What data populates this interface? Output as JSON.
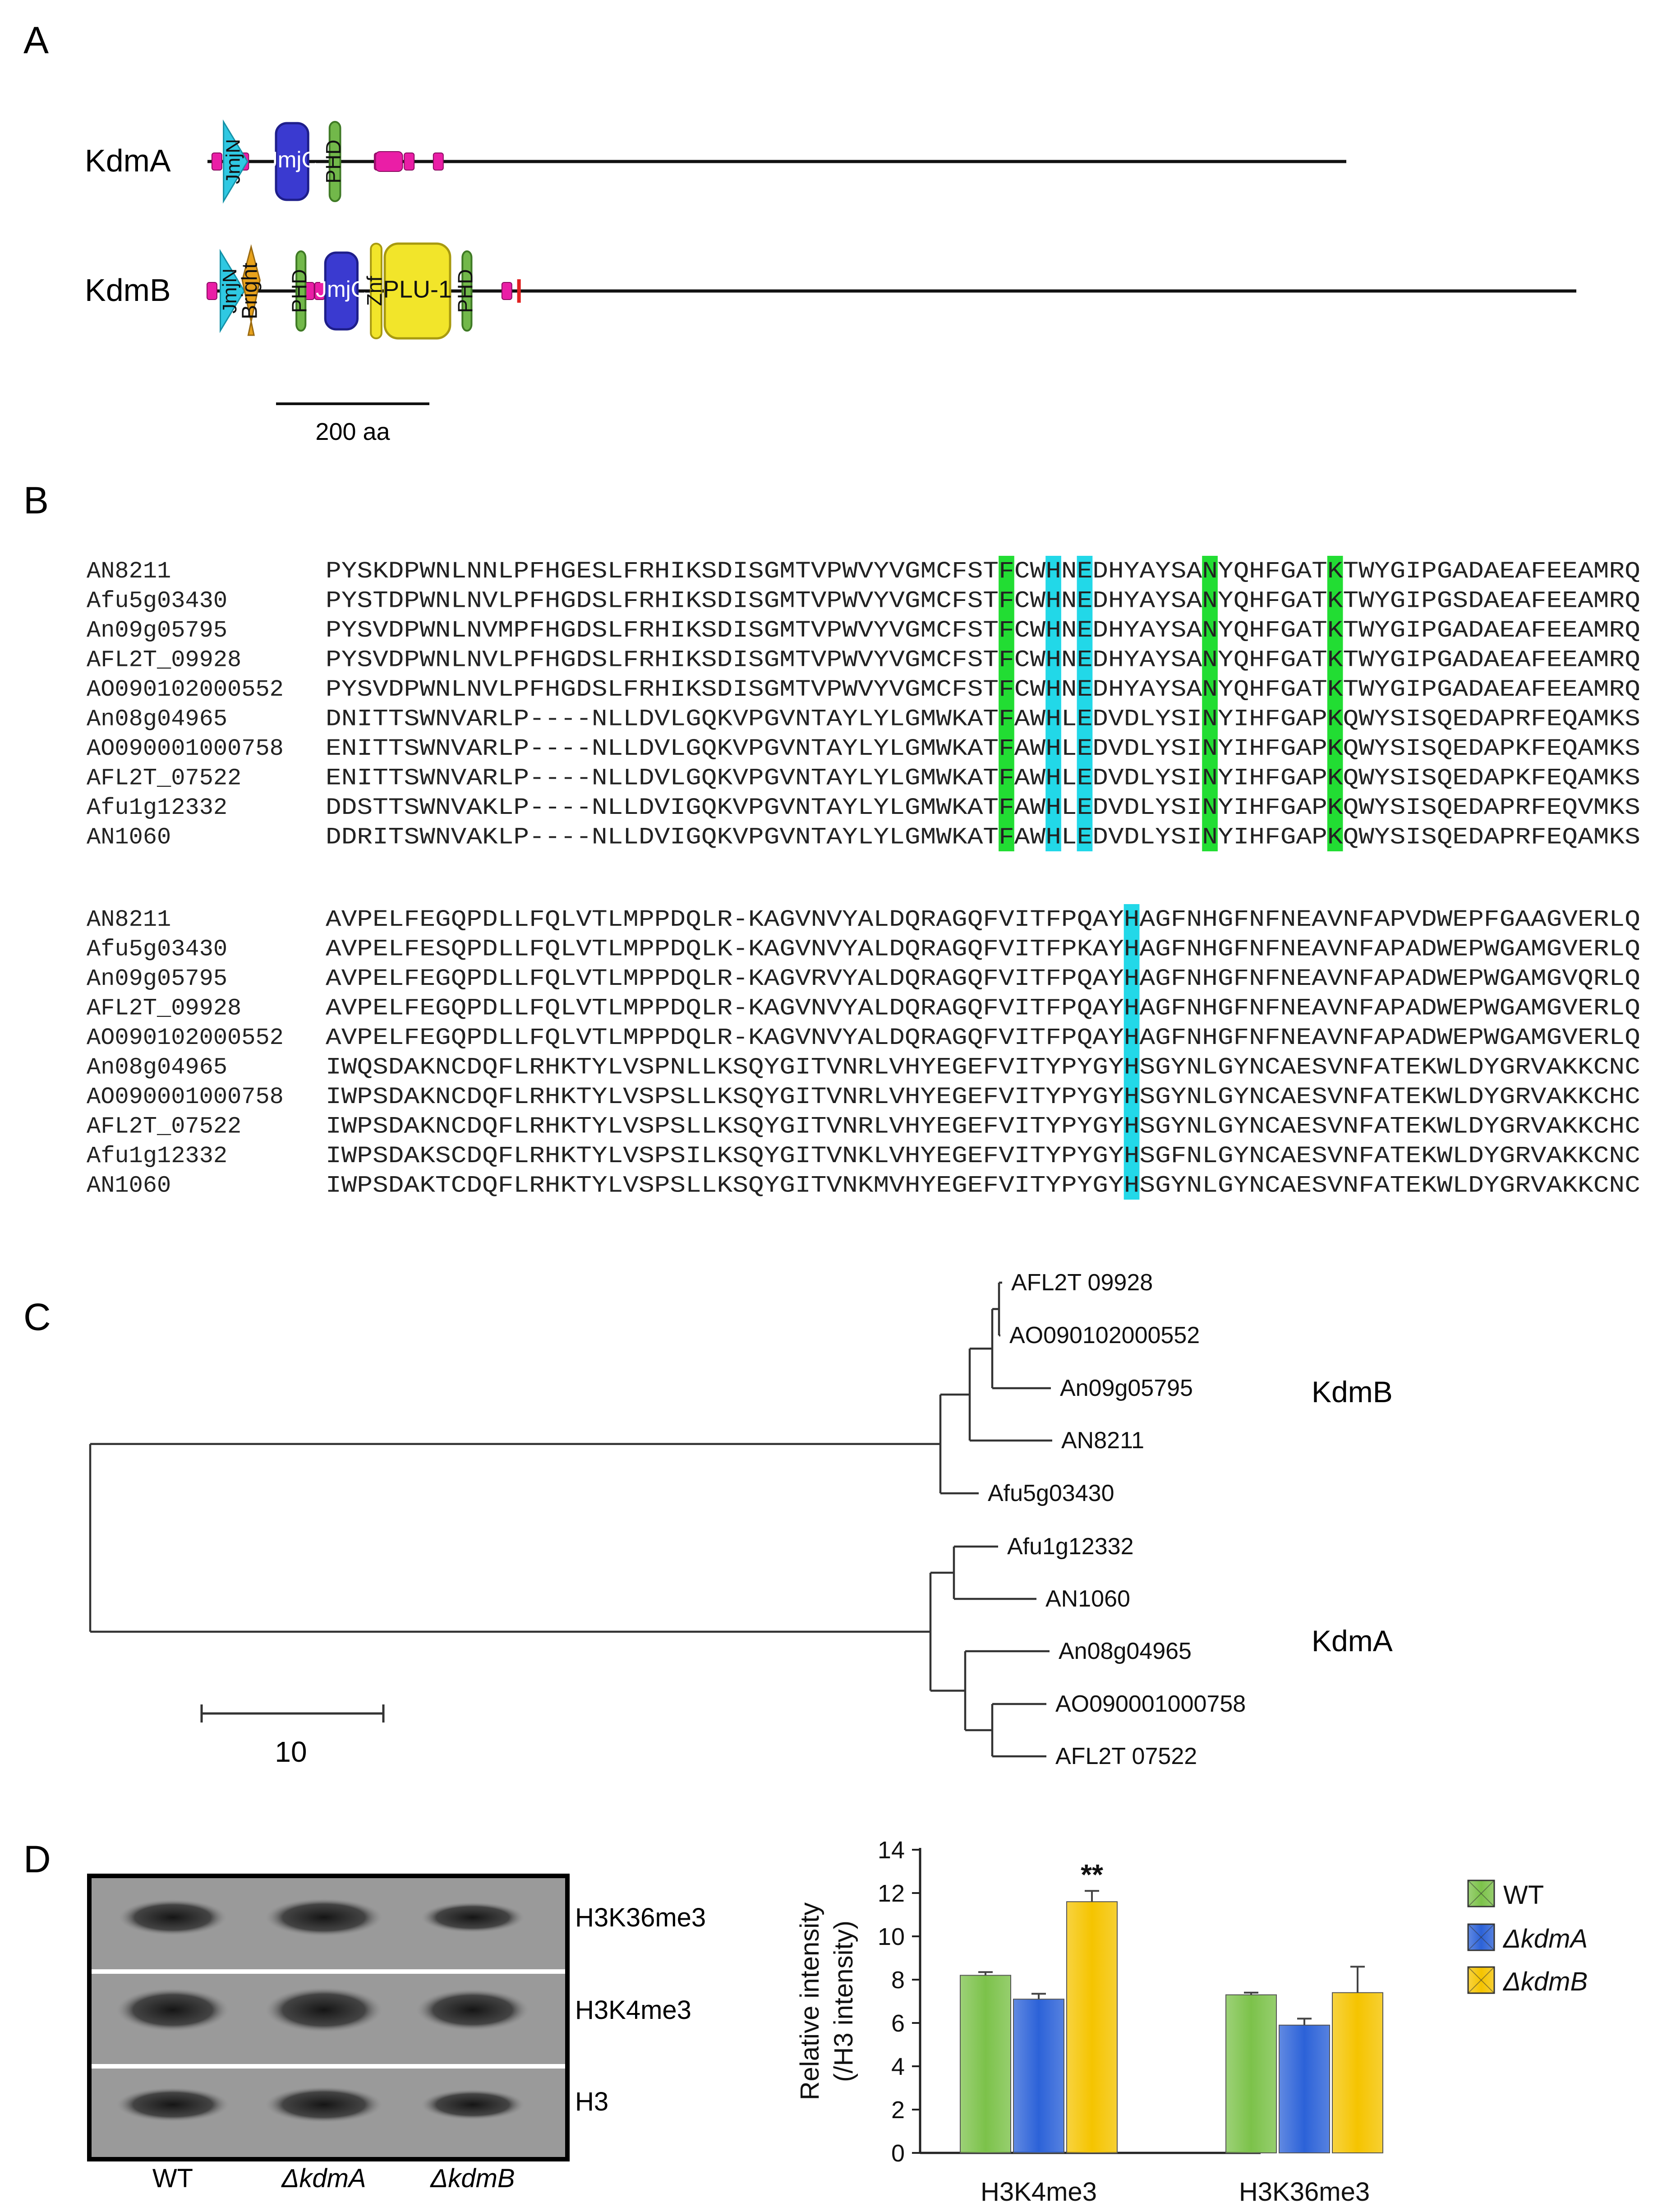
{
  "panels": {
    "a": "A",
    "b": "B",
    "c": "C",
    "d": "D"
  },
  "domains": {
    "proteins": [
      {
        "name": "KdmA",
        "domains": [
          {
            "type": "JmjN",
            "label": "JmjN",
            "start": 150,
            "end": 205
          },
          {
            "type": "JmjC",
            "label": "JmjC",
            "start": 640,
            "end": 940
          },
          {
            "type": "PHD",
            "label": "PHD",
            "start": 1140,
            "end": 1240
          }
        ],
        "marks": [
          {
            "pos": 88,
            "big": false
          },
          {
            "pos": 338,
            "big": false
          },
          {
            "pos": 1604,
            "big": false
          },
          {
            "pos": 1641,
            "big": false
          },
          {
            "pos": 1695,
            "big": true
          },
          {
            "pos": 1883,
            "big": false
          },
          {
            "pos": 2155,
            "big": false
          }
        ]
      },
      {
        "name": "KdmB",
        "domains": [
          {
            "type": "JmjN",
            "label": "JmjN",
            "start": 120,
            "end": 175
          },
          {
            "type": "Bright",
            "label": "Bright",
            "start": 325,
            "end": 490
          },
          {
            "type": "PHD",
            "label": "PHD",
            "start": 830,
            "end": 915
          },
          {
            "type": "JmjC",
            "label": "JmjC",
            "start": 1100,
            "end": 1400
          },
          {
            "type": "Znf",
            "label": "Znf",
            "start": 1525,
            "end": 1625
          },
          {
            "type": "PLU-1",
            "label": "PLU-1",
            "start": 1655,
            "end": 2265
          },
          {
            "type": "PHD",
            "label": "PHD",
            "start": 2380,
            "end": 2465
          }
        ],
        "marks": [
          {
            "pos": 42,
            "big": false
          },
          {
            "pos": 950,
            "big": false
          },
          {
            "pos": 1048,
            "big": false
          },
          {
            "pos": 2795,
            "big": false
          }
        ],
        "red_marks": [
          2908
        ]
      }
    ],
    "scale_label": "200 aa",
    "colors": {
      "JmjN": "#2fc8e2",
      "JmjC": "#3a3ad0",
      "PHD": "#72b84a",
      "Bright": "#e8a21c",
      "Znf": "#f2e52a",
      "PLU-1": "#f2e52a",
      "mark": "#ea1ea6",
      "red": "#e02020"
    }
  },
  "alignment": {
    "blocks": [
      {
        "ids": [
          "AN8211",
          "Afu5g03430",
          "An09g05795",
          "AFL2T_09928",
          "AO090102000552",
          "An08g04965",
          "AO090001000758",
          "AFL2T_07522",
          "Afu1g12332",
          "AN1060"
        ],
        "seqs": [
          "PYSKDPWNLNNLPFHGESLFRHIKSDISGMTVPWVYVGMCFSTFCWHNEDHYAYSANYQHFGATKTWYGIPGADAEAFEEAMRQ",
          "PYSTDPWNLNVLPFHGDSLFRHIKSDISGMTVPWVYVGMCFSTFCWHNEDHYAYSANYQHFGATKTWYGIPGSDAEAFEEAMRQ",
          "PYSVDPWNLNVMPFHGDSLFRHIKSDISGMTVPWVYVGMCFSTFCWHNEDHYAYSANYQHFGATKTWYGIPGADAEAFEEAMRQ",
          "PYSVDPWNLNVLPFHGDSLFRHIKSDISGMTVPWVYVGMCFSTFCWHNEDHYAYSANYQHFGATKTWYGIPGADAEAFEEAMRQ",
          "PYSVDPWNLNVLPFHGDSLFRHIKSDISGMTVPWVYVGMCFSTFCWHNEDHYAYSANYQHFGATKTWYGIPGADAEAFEEAMRQ",
          "DNITTSWNVARLP----NLLDVLGQKVPGVNTAYLYLGMWKATFAWHLEDVDLYSINYIHFGAPKQWYSISQEDAPRFEQAMKS",
          "ENITTSWNVARLP----NLLDVLGQKVPGVNTAYLYLGMWKATFAWHLEDVDLYSINYIHFGAPKQWYSISQEDAPKFEQAMKS",
          "ENITTSWNVARLP----NLLDVLGQKVPGVNTAYLYLGMWKATFAWHLEDVDLYSINYIHFGAPKQWYSISQEDAPKFEQAMKS",
          "DDSTTSWNVAKLP----NLLDVIGQKVPGVNTAYLYLGMWKATFAWHLEDVDLYSINYIHFGAPKQWYSISQEDAPRFEQVMKS",
          "DDRITSWNVAKLP----NLLDVIGQKVPGVNTAYLYLGMWKATFAWHLEDVDLYSINYIHFGAPKQWYSISQEDAPRFEQAMKS"
        ],
        "highlights": [
          {
            "col": 43,
            "color": "#22dd33"
          },
          {
            "col": 46,
            "color": "#22d8e8"
          },
          {
            "col": 48,
            "color": "#22d8e8"
          },
          {
            "col": 56,
            "color": "#22dd33"
          },
          {
            "col": 64,
            "color": "#22dd33"
          }
        ]
      },
      {
        "ids": [
          "AN8211",
          "Afu5g03430",
          "An09g05795",
          "AFL2T_09928",
          "AO090102000552",
          "An08g04965",
          "AO090001000758",
          "AFL2T_07522",
          "Afu1g12332",
          "AN1060"
        ],
        "seqs": [
          "AVPELFEGQPDLLFQLVTLMPPDQLR-KAGVNVYALDQRAGQFVITFPQAYHAGFNHGFNFNEAVNFAPVDWEPFGAAGVERLQ",
          "AVPELFESQPDLLFQLVTLMPPDQLK-KAGVNVYALDQRAGQFVITFPKAYHAGFNHGFNFNEAVNFAPADWEPWGAMGVERLQ",
          "AVPELFEGQPDLLFQLVTLMPPDQLR-KAGVRVYALDQRAGQFVITFPQAYHAGFNHGFNFNEAVNFAPADWEPWGAMGVQRLQ",
          "AVPELFEGQPDLLFQLVTLMPPDQLR-KAGVNVYALDQRAGQFVITFPQAYHAGFNHGFNFNEAVNFAPADWEPWGAMGVERLQ",
          "AVPELFEGQPDLLFQLVTLMPPDQLR-KAGVNVYALDQRAGQFVITFPQAYHAGFNHGFNFNEAVNFAPADWEPWGAMGVERLQ",
          "IWQSDAKNCDQFLRHKTYLVSPNLLKSQYGITVNRLVHYEGEFVITYPYGYHSGYNLGYNCAESVNFATEKWLDYGRVAKKCNC",
          "IWPSDAKNCDQFLRHKTYLVSPSLLKSQYGITVNRLVHYEGEFVITYPYGYHSGYNLGYNCAESVNFATEKWLDYGRVAKKCHC",
          "IWPSDAKNCDQFLRHKTYLVSPSLLKSQYGITVNRLVHYEGEFVITYPYGYHSGYNLGYNCAESVNFATEKWLDYGRVAKKCHC",
          "IWPSDAKSCDQFLRHKTYLVSPSILKSQYGITVNKLVHYEGEFVITYPYGYHSGFNLGYNCAESVNFATEKWLDYGRVAKKCNC",
          "IWPSDAKTCDQFLRHKTYLVSPSLLKSQYGITVNKMVHYEGEFVITYPYGYHSGYNLGYNCAESVNFATEKWLDYGRVAKKCNC"
        ],
        "highlights": [
          {
            "col": 51,
            "color": "#22d8e8"
          }
        ]
      }
    ]
  },
  "tree": {
    "leaves": [
      {
        "id": "l1",
        "label": "AFL2T 09928"
      },
      {
        "id": "l2",
        "label": "AO090102000552"
      },
      {
        "id": "l3",
        "label": "An09g05795"
      },
      {
        "id": "l4",
        "label": "AN8211"
      },
      {
        "id": "l5",
        "label": "Afu5g03430"
      },
      {
        "id": "l6",
        "label": "Afu1g12332"
      },
      {
        "id": "l7",
        "label": "AN1060"
      },
      {
        "id": "l8",
        "label": "An08g04965"
      },
      {
        "id": "l9",
        "label": "AO090001000758"
      },
      {
        "id": "l10",
        "label": "AFL2T 07522"
      }
    ],
    "clade_labels": [
      "KdmB",
      "KdmA"
    ],
    "scale_label": "10"
  },
  "blot": {
    "lanes": [
      "WT",
      "ΔkdmA",
      "ΔkdmB"
    ],
    "bands": [
      "H3K36me3",
      "H3K4me3",
      "H3"
    ]
  },
  "chart_data": {
    "type": "bar",
    "categories": [
      "H3K4me3",
      "H3K36me3"
    ],
    "series": [
      {
        "name": "WT",
        "values": [
          8.2,
          7.3
        ],
        "errors": [
          0.15,
          0.1
        ],
        "color": "#7cc24a"
      },
      {
        "name": "ΔkdmA",
        "values": [
          7.1,
          5.9
        ],
        "errors": [
          0.25,
          0.3
        ],
        "color": "#2c62d8"
      },
      {
        "name": "ΔkdmB",
        "values": [
          11.6,
          7.4
        ],
        "errors": [
          0.5,
          1.2
        ],
        "color": "#f5c400"
      }
    ],
    "ylim": [
      0,
      14
    ],
    "yticks": [
      0,
      2,
      4,
      6,
      8,
      10,
      12,
      14
    ],
    "ylabel": "Relative intensity",
    "ylabel2": "(/H3 intensity)",
    "annotation": "**",
    "legend_position": "right"
  }
}
